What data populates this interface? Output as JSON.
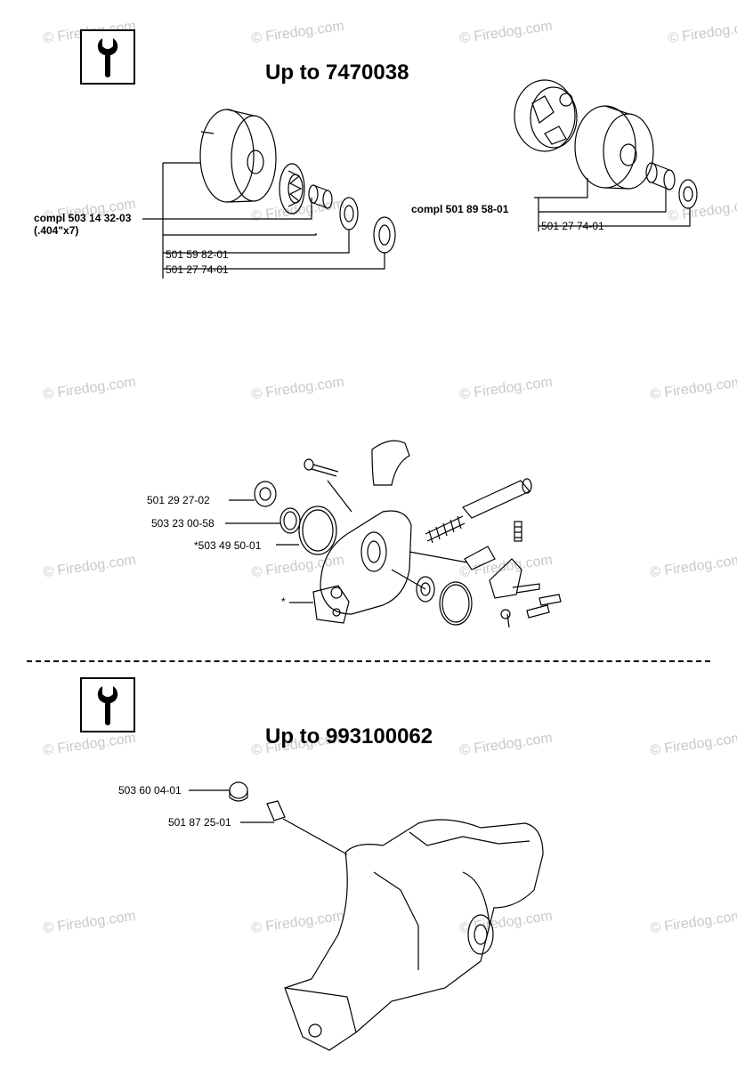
{
  "watermark": "© Firedog.com",
  "sections": [
    {
      "heading": "Up to 7470038"
    },
    {
      "heading": "Up to 993100062"
    }
  ],
  "icons": {
    "tool": "wrench-icon"
  },
  "parts": {
    "clutch_left_compl": "compl 503 14 32-03",
    "clutch_left_size": "(.404\"x7)",
    "washer_left": "501 59 82-01",
    "bearing_left": "501 27 74-01",
    "clutch_right_compl": "compl 501 89 58-01",
    "bearing_right": "501 27 74-01",
    "oilpump_plug": "501 29 27-02",
    "oilpump_oring": "503 23 00-58",
    "oilpump_seal": "*503 49 50-01",
    "oilpump_asterisk": "*",
    "crankcase_cap": "503 60 04-01",
    "crankcase_stud": "501 87 25-01"
  }
}
